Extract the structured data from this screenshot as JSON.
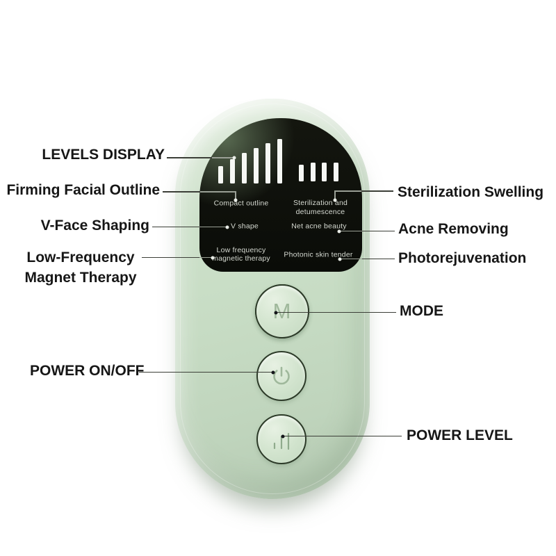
{
  "annotations": {
    "levels_display": "LEVELS DISPLAY",
    "firming": "Firming Facial Outline",
    "v_face": "V-Face Shaping",
    "low_frequency_line1": "Low-Frequency",
    "low_frequency_line2": "Magnet Therapy",
    "power_on_off": "POWER ON/OFF",
    "sterilization": "Sterilization Swelling",
    "acne_removing": "Acne Removing",
    "photorejuvenation": "Photorejuvenation",
    "mode": "MODE",
    "power_level": "POWER LEVEL"
  },
  "screen": {
    "left_meter_bars": [
      25,
      35,
      44,
      51,
      58,
      64
    ],
    "right_meter_bars": [
      24,
      27,
      27,
      27
    ],
    "features": {
      "compact_outline": "Compact outline",
      "sterilization_line1": "Sterilization and",
      "sterilization_line2": "detumescence",
      "v_shape": "V shape",
      "net_acne": "Net acne beauty",
      "low_frequency_line1": "Low frequency",
      "low_frequency_line2": "magnetic therapy",
      "photonic": "Photonic skin tender"
    }
  },
  "buttons": {
    "mode_glyph": "M",
    "power_icon": "power-icon",
    "level_icon": "power-level-bars-icon"
  },
  "colors": {
    "device_body": "#c7dcc4",
    "screen_background": "#0c0e09",
    "screen_text": "#d6dad2",
    "label_text": "#161616",
    "leader_line_dark": "#3b3e37",
    "leader_line_light": "#9aa096"
  }
}
